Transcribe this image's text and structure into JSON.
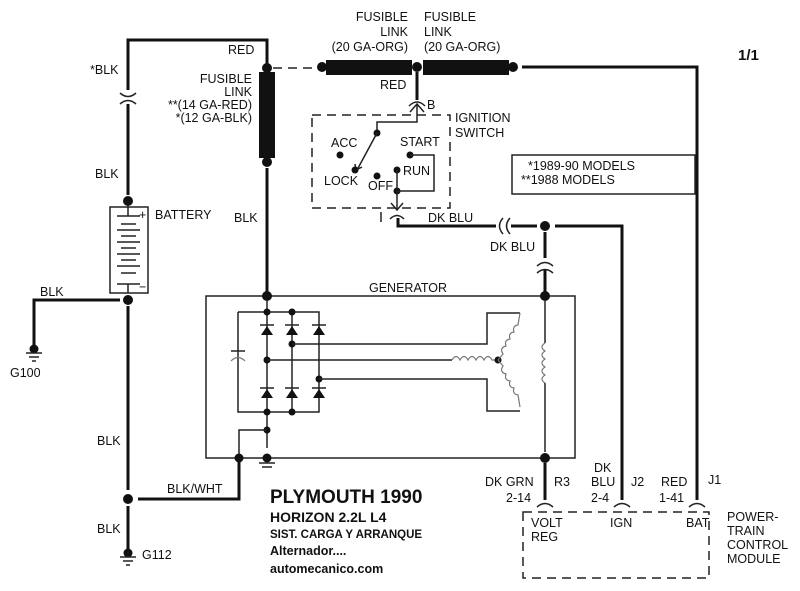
{
  "page_indicator": "1/1",
  "title": {
    "make_year": "PLYMOUTH 1990",
    "model": "HORIZON 2.2L L4",
    "system": "SIST. CARGA Y ARRANQUE",
    "subsystem": "Alternador....",
    "site": "automecanico.com"
  },
  "legend_box": {
    "line1": "*1989-90 MODELS",
    "line2": "**1988 MODELS"
  },
  "components": {
    "fusible_link_left": {
      "line1": "FUSIBLE",
      "line2": "LINK",
      "line3": "**(14 GA-RED)",
      "line4": "*(12 GA-BLK)"
    },
    "fusible_link_top_1": {
      "line1": "FUSIBLE",
      "line2": "LINK",
      "line3": "(20 GA-ORG)"
    },
    "fusible_link_top_2": {
      "line1": "FUSIBLE",
      "line2": "LINK",
      "line3": "(20 GA-ORG)"
    },
    "battery": {
      "label": "BATTERY",
      "plus": "+",
      "minus": "−"
    },
    "ignition_switch": {
      "line1": "IGNITION",
      "line2": "SWITCH",
      "terminal": "B",
      "positions": [
        "ACC",
        "LOCK",
        "OFF",
        "RUN",
        "START"
      ]
    },
    "generator": {
      "label": "GENERATOR"
    },
    "pcm": {
      "line1": "POWER-",
      "line2": "TRAIN",
      "line3": "CONTROL",
      "line4": "MODULE",
      "pins": {
        "volt_reg_1": "VOLT",
        "volt_reg_2": "REG",
        "ign": "IGN",
        "bat": "BAT"
      }
    }
  },
  "grounds": {
    "g100": "G100",
    "g112": "G112"
  },
  "wires": {
    "star_blk": "*BLK",
    "red_top": "RED",
    "red_mid": "RED",
    "blk_battery_top": "BLK",
    "blk_fuse_down": "BLK",
    "blk_g100": "BLK",
    "blk_lower": "BLK",
    "blk_g112": "BLK",
    "blk_wht": "BLK/WHT",
    "dk_blu_switch": "DK BLU",
    "dk_blu_gen": "DK BLU",
    "dk_grn": "DK GRN",
    "dk_grn_pin": "2-14",
    "r3": "R3",
    "dk_blu_pcm_1": "DK",
    "dk_blu_pcm_2": "BLU",
    "dk_blu_pin": "2-4",
    "j2": "J2",
    "red_pcm": "RED",
    "red_pin": "1-41",
    "j1": "J1"
  }
}
